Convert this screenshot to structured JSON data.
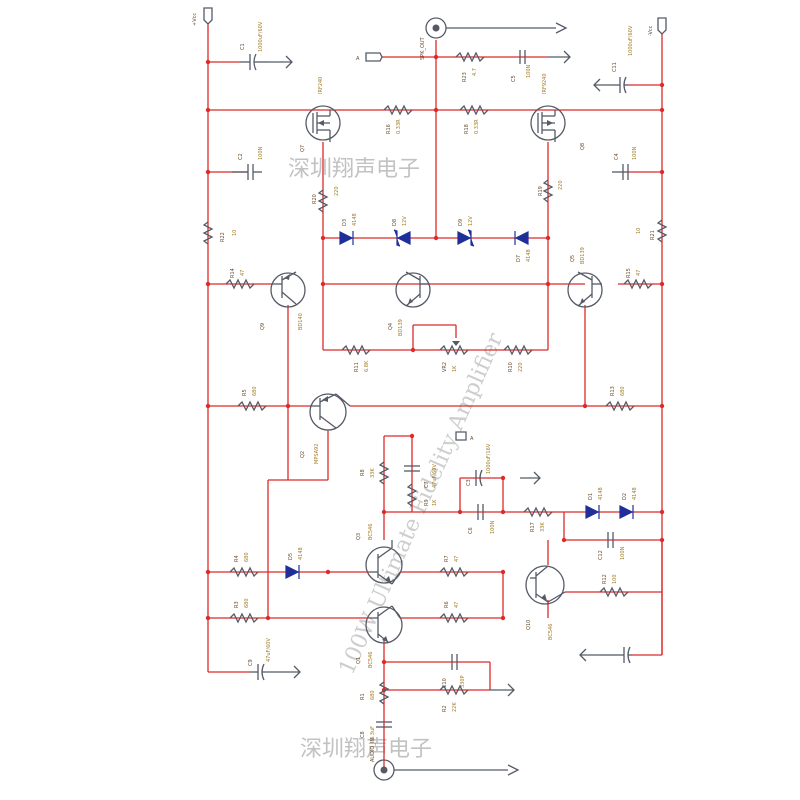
{
  "labels": {
    "supply_pos": "+Vcc",
    "supply_neg": "-Vcc",
    "spk_out": "SPK_OUT",
    "audio_in": "AUDIO_IN",
    "node_a_top": "A",
    "node_a_mid": "A"
  },
  "components": {
    "C1": {
      "ref": "C1",
      "value": "1000uF/60V"
    },
    "C11": {
      "ref": "C11",
      "value": "1000uF/60V"
    },
    "C2": {
      "ref": "C2",
      "value": "100N"
    },
    "C4": {
      "ref": "C4",
      "value": "100N"
    },
    "C5": {
      "ref": "C5",
      "value": "100N"
    },
    "R23": {
      "ref": "R23",
      "value": "4.7"
    },
    "Q7": {
      "ref": "Q7",
      "value": "IRF240"
    },
    "Q8": {
      "ref": "Q8",
      "value": "IRF9240"
    },
    "R16": {
      "ref": "R16",
      "value": "0.33R"
    },
    "R18": {
      "ref": "R18",
      "value": "0.33R"
    },
    "R20": {
      "ref": "R20",
      "value": "220"
    },
    "R19": {
      "ref": "R19",
      "value": "220"
    },
    "D3": {
      "ref": "D3",
      "value": "4148"
    },
    "D8": {
      "ref": "D8",
      "value": "12V"
    },
    "D9": {
      "ref": "D9",
      "value": "12V"
    },
    "D7": {
      "ref": "D7",
      "value": "4148"
    },
    "R22": {
      "ref": "R22",
      "value": "10"
    },
    "R21": {
      "ref": "R21",
      "value": "10"
    },
    "R14": {
      "ref": "R14",
      "value": "47"
    },
    "R15": {
      "ref": "R15",
      "value": "47"
    },
    "Q9": {
      "ref": "Q9",
      "value": "BD140"
    },
    "Q4": {
      "ref": "Q4",
      "value": "BD139"
    },
    "Q5": {
      "ref": "Q5",
      "value": "BD139"
    },
    "R11": {
      "ref": "R11",
      "value": "6.8K"
    },
    "VR2": {
      "ref": "VR2",
      "value": "1K"
    },
    "R10": {
      "ref": "R10",
      "value": "220"
    },
    "R5": {
      "ref": "R5",
      "value": "680"
    },
    "R13": {
      "ref": "R13",
      "value": "680"
    },
    "Q2": {
      "ref": "Q2",
      "value": "MPSA92"
    },
    "R8": {
      "ref": "R8",
      "value": "33K"
    },
    "C3": {
      "ref": "C3",
      "value": "1000uF/16V"
    },
    "R9": {
      "ref": "R9",
      "value": "1K"
    },
    "C6": {
      "ref": "C6",
      "value": "100N"
    },
    "C12": {
      "ref": "C12",
      "value": "100N"
    },
    "R17": {
      "ref": "R17",
      "value": "33K"
    },
    "D1": {
      "ref": "D1",
      "value": "4148"
    },
    "D2": {
      "ref": "D2",
      "value": "4148"
    },
    "R4": {
      "ref": "R4",
      "value": "680"
    },
    "D5": {
      "ref": "D5",
      "value": "4148"
    },
    "Q3": {
      "ref": "Q3",
      "value": "BC546"
    },
    "R7": {
      "ref": "R7",
      "value": "47"
    },
    "Q10": {
      "ref": "Q10",
      "value": "BC546"
    },
    "R12": {
      "ref": "R12",
      "value": "100"
    },
    "R3": {
      "ref": "R3",
      "value": "680"
    },
    "R6": {
      "ref": "R6",
      "value": "47"
    },
    "Q1": {
      "ref": "Q1",
      "value": "BC546"
    },
    "C9": {
      "ref": "C9",
      "value": "47uF/60V"
    },
    "C10": {
      "ref": "C10",
      "value": "330P"
    },
    "R1": {
      "ref": "R1",
      "value": "680"
    },
    "R2": {
      "ref": "R2",
      "value": "22K"
    },
    "C7": {
      "ref": "C7",
      "value": "47uF/60V"
    },
    "C8": {
      "ref": "C8",
      "value": "3.3uF"
    }
  },
  "watermarks": {
    "cn_top": "深圳翔声电子",
    "cn_bottom": "深圳翔声电子",
    "en": "100W Ultimate Fidelity Amplifier"
  },
  "colors": {
    "wire": "#dd2a2a",
    "component": "#555a66",
    "semiconductor": "#1f2f9a",
    "label": "#6a4a2a",
    "value": "#a07a20",
    "watermark": "#b3b3b3"
  }
}
